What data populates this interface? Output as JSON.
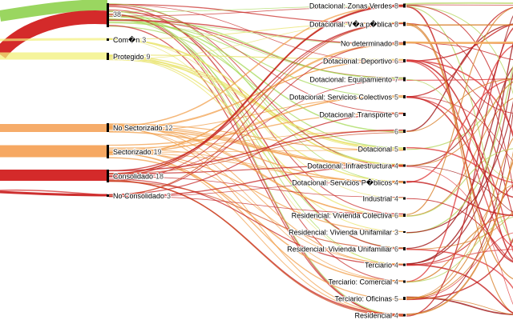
{
  "diagram": {
    "type": "sankey",
    "colors": {
      "green": "#8fd24f",
      "red": "#d21f1f",
      "yellow": "#f2f07a",
      "orange": "#f5a35a",
      "dark_red": "#c81818",
      "bar": "#000000"
    },
    "left_nodes": [
      {
        "id": "L0",
        "label": "",
        "value": "38",
        "color": "green"
      },
      {
        "id": "L1",
        "label": "Com�n",
        "value": "3",
        "color": "yellow"
      },
      {
        "id": "L2",
        "label": "Protegido",
        "value": "9",
        "color": "yellow"
      },
      {
        "id": "L3",
        "label": "No Sectorizado",
        "value": "12",
        "color": "orange"
      },
      {
        "id": "L4",
        "label": "Sectorizado",
        "value": "19",
        "color": "orange"
      },
      {
        "id": "L5",
        "label": "Consolidado",
        "value": "18",
        "color": "red"
      },
      {
        "id": "L6",
        "label": "No Consolidado",
        "value": "3",
        "color": "dark_red"
      }
    ],
    "right_nodes": [
      {
        "id": "R0",
        "label": "Dotacional: Zonas Verdes",
        "value": "8"
      },
      {
        "id": "R1",
        "label": "Dotacional: V�a p�blica",
        "value": "8"
      },
      {
        "id": "R2",
        "label": "No determinado",
        "value": "8"
      },
      {
        "id": "R3",
        "label": "Dotacional: Deportivo",
        "value": "6"
      },
      {
        "id": "R4",
        "label": "Dotacional: Equipamiento",
        "value": "7"
      },
      {
        "id": "R5",
        "label": "Dotacional: Servicios Colectivos",
        "value": "5"
      },
      {
        "id": "R6",
        "label": "Dotacional: Transporte",
        "value": "6"
      },
      {
        "id": "R7",
        "label": "",
        "value": "6"
      },
      {
        "id": "R8",
        "label": "Dotacional",
        "value": "5"
      },
      {
        "id": "R9",
        "label": "Dotacional: Infraestructura",
        "value": "4"
      },
      {
        "id": "R10",
        "label": "Dotacional: Servicios P�blicos",
        "value": "4"
      },
      {
        "id": "R11",
        "label": "Industrial",
        "value": "4"
      },
      {
        "id": "R12",
        "label": "Residencial: Vivienda Colectiva",
        "value": "6"
      },
      {
        "id": "R13",
        "label": "Residencial: Vivienda Unifamilar",
        "value": "3"
      },
      {
        "id": "R14",
        "label": "Residencial: Vivienda Unifamiliar",
        "value": "6"
      },
      {
        "id": "R15",
        "label": "Terciario",
        "value": "4"
      },
      {
        "id": "R16",
        "label": "Terciario: Comercial",
        "value": "4"
      },
      {
        "id": "R17",
        "label": "Terciario: Oficinas",
        "value": "5"
      },
      {
        "id": "R18",
        "label": "Residencial",
        "value": "4"
      }
    ]
  }
}
